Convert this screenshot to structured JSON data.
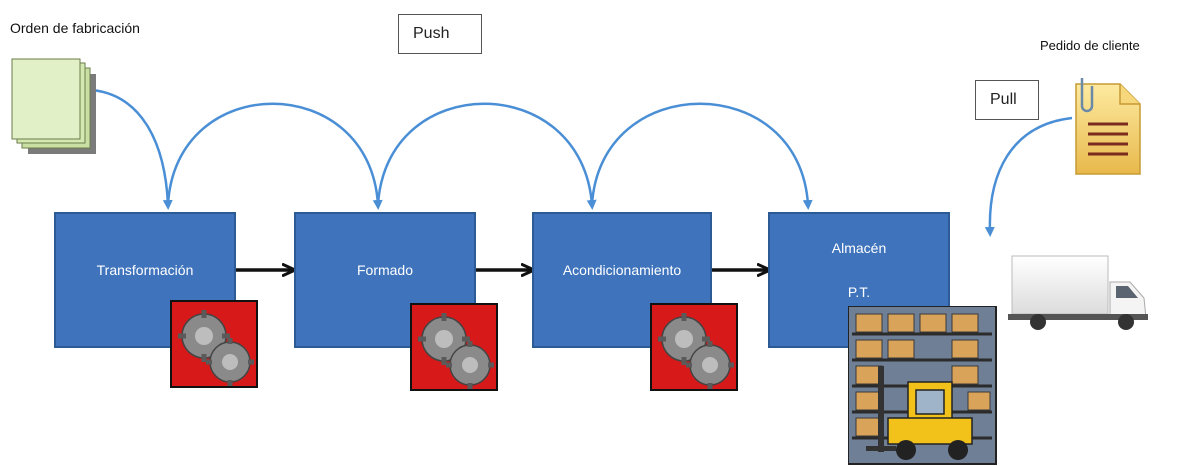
{
  "diagram": {
    "order_label": "Orden de fabricación",
    "push_label": "Push",
    "pull_label": "Pull",
    "customer_label": "Pedido de cliente",
    "stages": [
      {
        "label": "Transformación"
      },
      {
        "label": "Formado"
      },
      {
        "label": "Acondicionamiento"
      },
      {
        "label_line1": "Almacén",
        "label_line2": "P.T."
      }
    ],
    "icons": [
      "document-stack-icon",
      "clipboard-order-icon",
      "gears-icon",
      "warehouse-forklift-icon",
      "truck-icon"
    ],
    "colors": {
      "process_fill": "#3f74bd",
      "arrow_blue": "#4a8fd6",
      "gear_bg": "#d71919"
    }
  }
}
